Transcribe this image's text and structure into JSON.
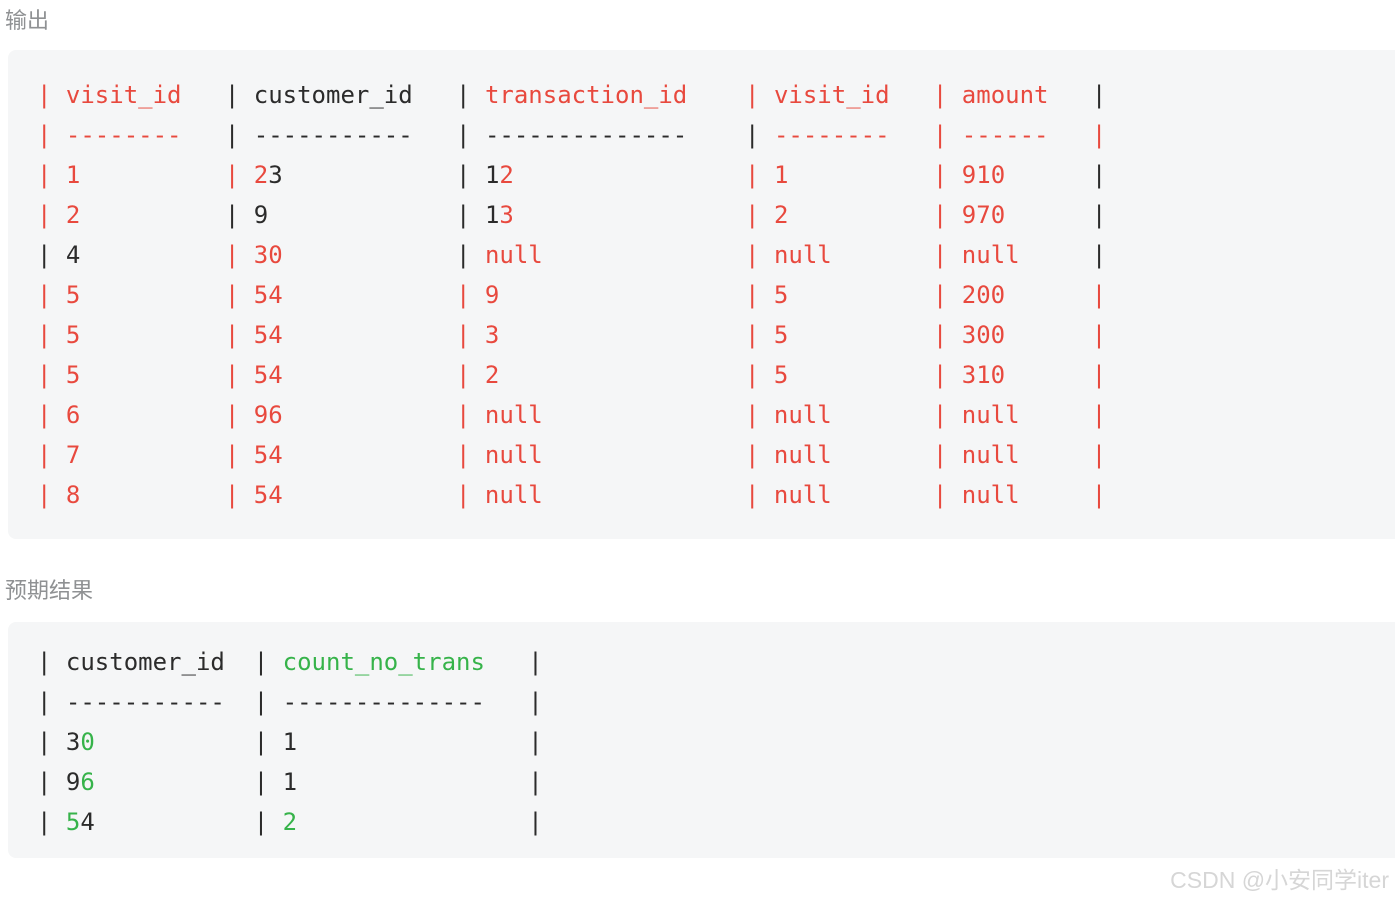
{
  "colors": {
    "r": "#e8493e",
    "d": "#2b2b2b",
    "g": "#36b34a"
  },
  "sections": [
    {
      "label": "输出",
      "lines": [
        [
          [
            "|",
            "r"
          ],
          [
            " visit_id   ",
            "r"
          ],
          [
            "|",
            "d"
          ],
          [
            " customer_id   ",
            "d"
          ],
          [
            "|",
            "d"
          ],
          [
            " transaction_id    ",
            "r"
          ],
          [
            "|",
            "r"
          ],
          [
            " visit_id   ",
            "r"
          ],
          [
            "|",
            "r"
          ],
          [
            " amount   ",
            "r"
          ],
          [
            "|",
            "d"
          ]
        ],
        [
          [
            "|",
            "r"
          ],
          [
            " --------   ",
            "r"
          ],
          [
            "|",
            "d"
          ],
          [
            " -----------   ",
            "d"
          ],
          [
            "|",
            "d"
          ],
          [
            " --------------    ",
            "d"
          ],
          [
            "|",
            "d"
          ],
          [
            " --------   ",
            "r"
          ],
          [
            "|",
            "r"
          ],
          [
            " ------   ",
            "r"
          ],
          [
            "|",
            "r"
          ]
        ],
        [
          [
            "|",
            "r"
          ],
          [
            " 1          ",
            "r"
          ],
          [
            "|",
            "r"
          ],
          [
            " 2",
            "r"
          ],
          [
            "3            ",
            "d"
          ],
          [
            "|",
            "d"
          ],
          [
            " 1",
            "d"
          ],
          [
            "2                ",
            "r"
          ],
          [
            "|",
            "r"
          ],
          [
            " 1          ",
            "r"
          ],
          [
            "|",
            "r"
          ],
          [
            " 910      ",
            "r"
          ],
          [
            "|",
            "d"
          ]
        ],
        [
          [
            "|",
            "r"
          ],
          [
            " 2          ",
            "r"
          ],
          [
            "|",
            "d"
          ],
          [
            " 9             ",
            "d"
          ],
          [
            "|",
            "d"
          ],
          [
            " 1",
            "d"
          ],
          [
            "3                ",
            "r"
          ],
          [
            "|",
            "r"
          ],
          [
            " 2          ",
            "r"
          ],
          [
            "|",
            "r"
          ],
          [
            " 970      ",
            "r"
          ],
          [
            "|",
            "d"
          ]
        ],
        [
          [
            "|",
            "d"
          ],
          [
            " 4          ",
            "d"
          ],
          [
            "|",
            "r"
          ],
          [
            " 30            ",
            "r"
          ],
          [
            "|",
            "d"
          ],
          [
            " null              ",
            "r"
          ],
          [
            "|",
            "r"
          ],
          [
            " null       ",
            "r"
          ],
          [
            "|",
            "r"
          ],
          [
            " null     ",
            "r"
          ],
          [
            "|",
            "d"
          ]
        ],
        [
          [
            "| 5          | 54            | 9                 | 5          | 200      |",
            "r"
          ]
        ],
        [
          [
            "| 5          | 54            | 3                 | 5          | 300      |",
            "r"
          ]
        ],
        [
          [
            "| 5          | 54            | 2                 | 5          | 310      |",
            "r"
          ]
        ],
        [
          [
            "| 6          | 96            | null              | null       | null     |",
            "r"
          ]
        ],
        [
          [
            "| 7          | 54            | null              | null       | null     |",
            "r"
          ]
        ],
        [
          [
            "| 8          | 54            | null              | null       | null     |",
            "r"
          ]
        ]
      ]
    },
    {
      "label": "预期结果",
      "lines": [
        [
          [
            "| customer_id  | ",
            "d"
          ],
          [
            "count_no_trans",
            "g"
          ],
          [
            "   |",
            "d"
          ]
        ],
        [
          [
            "| -----------  | --------------   |",
            "d"
          ]
        ],
        [
          [
            "| 3",
            "d"
          ],
          [
            "0",
            "g"
          ],
          [
            "           | 1                |",
            "d"
          ]
        ],
        [
          [
            "| 9",
            "d"
          ],
          [
            "6",
            "g"
          ],
          [
            "           | 1                |",
            "d"
          ]
        ],
        [
          [
            "| ",
            "d"
          ],
          [
            "5",
            "g"
          ],
          [
            "4           | ",
            "d"
          ],
          [
            "2",
            "g"
          ],
          [
            "                |",
            "d"
          ]
        ]
      ]
    }
  ],
  "watermark": "CSDN @小安同学iter"
}
